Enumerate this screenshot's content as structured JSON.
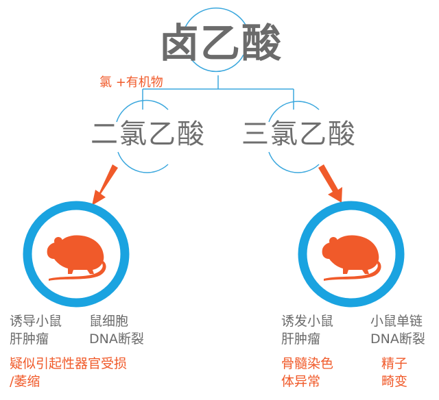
{
  "title": "卤乙酸",
  "condition": "氯 +有机物",
  "left": {
    "compound": "二氯乙酸",
    "effects": [
      "诱导小鼠",
      "肝肿瘤",
      "鼠细胞",
      "DNA断裂"
    ],
    "suspected": [
      "疑似引起性器官受损",
      "/萎缩"
    ]
  },
  "right": {
    "compound": "三氯乙酸",
    "effects": [
      "诱发小鼠",
      "肝肿瘤",
      "小鼠单链",
      "DNA断裂"
    ],
    "hazards": [
      "骨髓染色",
      "体异常",
      "精子",
      "畸变"
    ]
  },
  "colors": {
    "accent": "#f05a2a",
    "ring": "#1aa3e0",
    "text": "#6a6a6a"
  },
  "icons": [
    "mouse-icon",
    "arrow-icon"
  ]
}
